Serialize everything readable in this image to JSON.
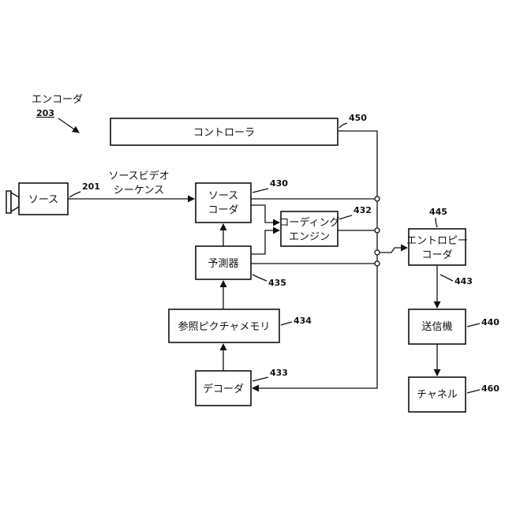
{
  "encoder": {
    "label": "エンコーダ",
    "ref": "203"
  },
  "controller": {
    "label": "コントローラ",
    "ref": "450"
  },
  "source": {
    "label": "ソース",
    "ref": "201"
  },
  "source_video": {
    "line1": "ソースビデオ",
    "line2": "シーケンス"
  },
  "source_coder": {
    "line1": "ソース",
    "line2": "コーダ",
    "ref": "430"
  },
  "coding_engine": {
    "line1": "コーディング",
    "line2": "エンジン",
    "ref": "432"
  },
  "predictor": {
    "label": "予測器",
    "ref": "435"
  },
  "ref_picture_memory": {
    "label": "参照ピクチャメモリ",
    "ref": "434"
  },
  "decoder": {
    "label": "デコーダ",
    "ref": "433"
  },
  "entropy_coder": {
    "line1": "エントロピー",
    "line2": "コーダ",
    "ref": "445"
  },
  "transmitter": {
    "label": "送信機",
    "ref": "440"
  },
  "channel": {
    "label": "チャネル",
    "ref": "460"
  },
  "link_443": {
    "ref": "443"
  }
}
